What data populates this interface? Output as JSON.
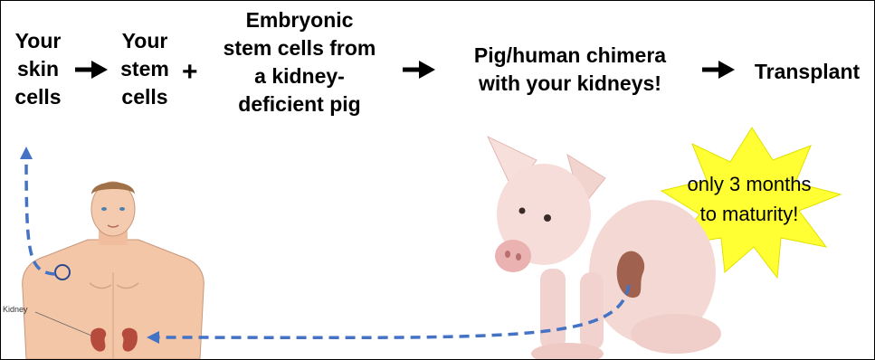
{
  "flow": {
    "steps": [
      {
        "lines": [
          "Your",
          "skin",
          "cells"
        ]
      },
      {
        "lines": [
          "Your",
          "stem",
          "cells"
        ]
      },
      {
        "lines": [
          "Embryonic",
          "stem cells from",
          "a kidney-",
          "deficient pig"
        ]
      },
      {
        "lines": [
          "Pig/human chimera",
          "with your kidneys!"
        ]
      },
      {
        "lines": [
          "Transplant"
        ]
      }
    ],
    "plus_sign": "+"
  },
  "callout": {
    "lines": [
      "only 3 months",
      "to maturity!"
    ],
    "burst_color": "#ffff33"
  },
  "human_figure": {
    "kidney_label": "Kidney"
  },
  "colors": {
    "dashed_arrow": "#4472c4",
    "kidney": "#a0624e",
    "text": "#000000"
  },
  "icons": [
    "arrow-right-icon",
    "dashed-arrow-icon",
    "starburst-icon",
    "pig-illustration",
    "human-body-illustration",
    "kidney-icon"
  ]
}
